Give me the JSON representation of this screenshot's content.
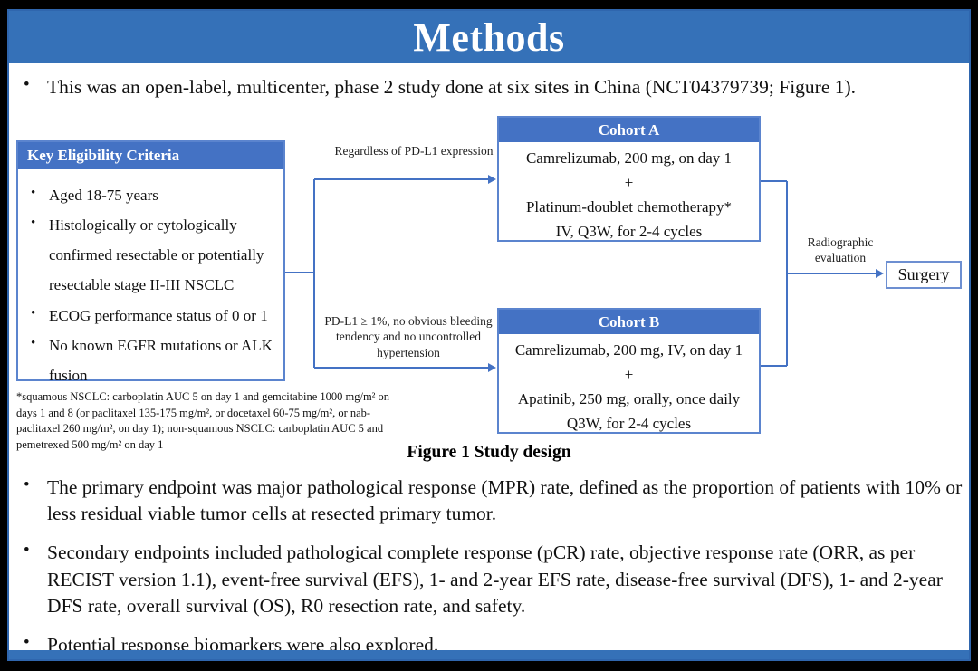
{
  "title": "Methods",
  "intro_bullet": "This was an open-label, multicenter, phase 2 study done at six sites in China (NCT04379739; Figure 1).",
  "figure": {
    "eligibility": {
      "header": "Key  Eligibility Criteria",
      "items": [
        "Aged 18-75 years",
        "Histologically or cytologically confirmed resectable or potentially resectable stage II-III  NSCLC",
        "ECOG performance status of 0 or 1",
        "No known EGFR mutations or ALK fusion"
      ]
    },
    "branch_top_label": "Regardless  of PD-L1 expression",
    "branch_bottom_label": "PD-L1 ≥ 1%, no obvious bleeding tendency and no uncontrolled hypertension",
    "cohort_a": {
      "header": "Cohort A",
      "lines": [
        "Camrelizumab, 200 mg, on day 1",
        "+",
        "Platinum-doublet chemotherapy*",
        "IV, Q3W, for 2-4 cycles"
      ]
    },
    "cohort_b": {
      "header": "Cohort B",
      "lines": [
        "Camrelizumab, 200 mg, IV, on day 1",
        "+",
        "Apatinib, 250 mg, orally, once daily",
        "Q3W, for 2-4 cycles"
      ]
    },
    "radiographic_label": "Radiographic evaluation",
    "surgery_label": "Surgery",
    "footnote": "*squamous NSCLC: carboplatin AUC 5 on day 1 and gemcitabine 1000 mg/m² on days 1 and 8 (or paclitaxel 135-175 mg/m², or docetaxel 60-75 mg/m², or nab-paclitaxel 260 mg/m², on day 1); non-squamous NSCLC: carboplatin AUC 5 and pemetrexed 500 mg/m² on day 1",
    "caption": "Figure 1 Study design"
  },
  "bullets": [
    "The primary endpoint was major pathological response (MPR) rate, defined as the proportion of patients with 10% or less residual viable tumor cells at resected primary tumor.",
    "Secondary endpoints included pathological complete response (pCR) rate, objective response rate (ORR, as per RECIST version 1.1), event-free survival (EFS), 1- and 2-year EFS rate, disease-free survival (DFS), 1- and 2-year DFS rate, overall survival (OS), R0 resection rate, and safety.",
    "Potential response biomarkers were also explored."
  ],
  "colors": {
    "title_bar": "#3571b8",
    "box_header": "#4472c4",
    "box_border": "#5b84ce",
    "connector": "#4472c4",
    "slide_border": "#2f66ae"
  }
}
